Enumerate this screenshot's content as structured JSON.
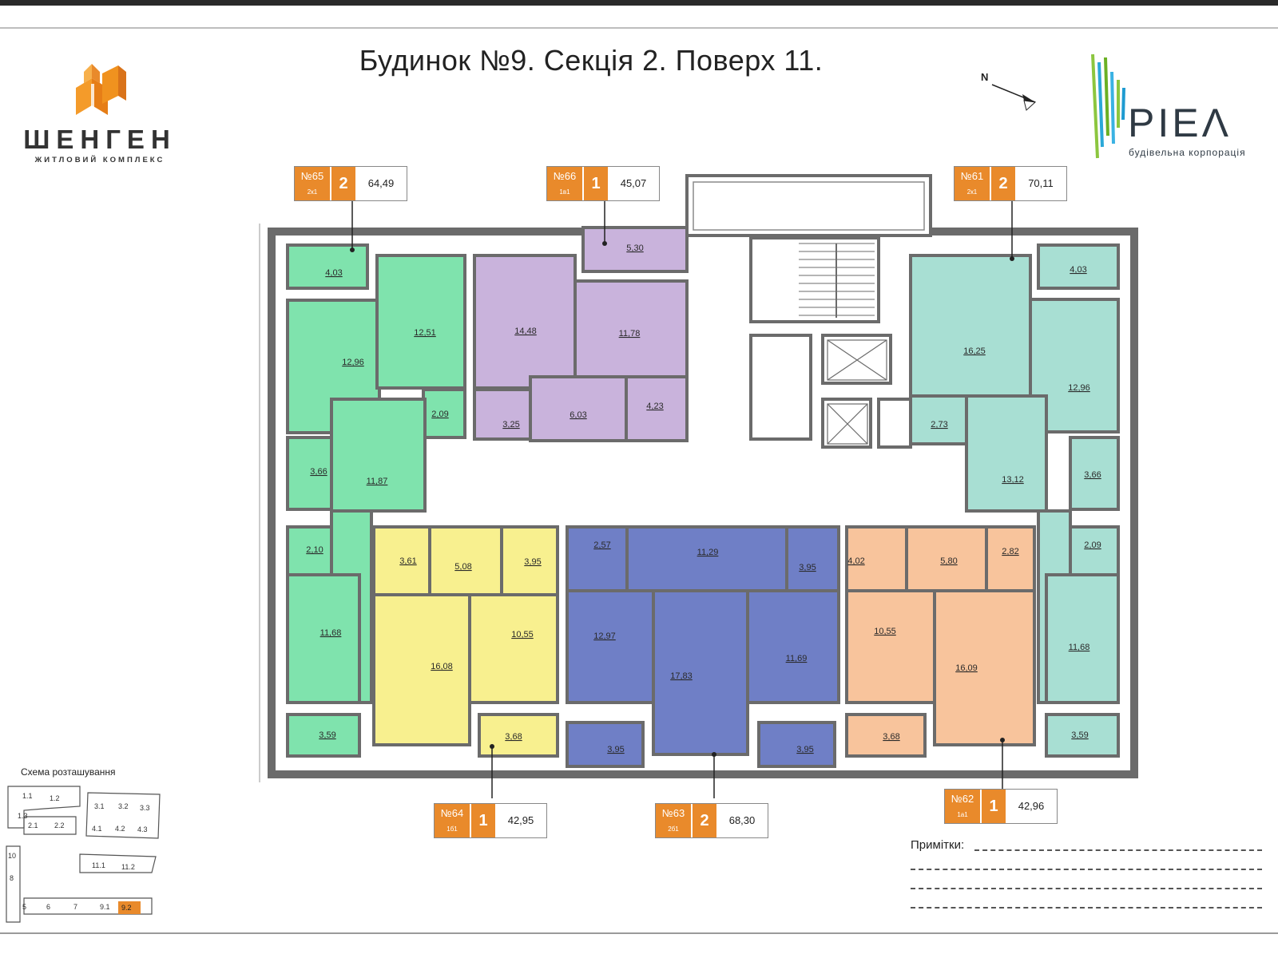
{
  "title": "Будинок №9. Секція 2. Поверх 11.",
  "left_logo": {
    "name": "ШЕНГЕН",
    "subtitle": "ЖИТЛОВИЙ КОМПЛЕКС",
    "color": "#f08a1e"
  },
  "right_logo": {
    "name": "PIEΛ",
    "subtitle": "будівельна корпорація"
  },
  "compass": {
    "label": "N"
  },
  "colors": {
    "apt_green": "#7fe3ad",
    "apt_purple": "#c9b3dc",
    "apt_yellow": "#f8f08f",
    "apt_blue": "#6f7fc6",
    "apt_peach": "#f8c49c",
    "apt_teal": "#a8dfd3",
    "wall": "#6b6b6b",
    "tag_orange": "#e98a2b"
  },
  "apartments": [
    {
      "number": "№65",
      "type": "2к1",
      "rooms": "2",
      "area": "64,49"
    },
    {
      "number": "№66",
      "type": "1в1",
      "rooms": "1",
      "area": "45,07"
    },
    {
      "number": "№61",
      "type": "2к1",
      "rooms": "2",
      "area": "70,11"
    },
    {
      "number": "№64",
      "type": "1б1",
      "rooms": "1",
      "area": "42,95"
    },
    {
      "number": "№63",
      "type": "2б1",
      "rooms": "2",
      "area": "68,30"
    },
    {
      "number": "№62",
      "type": "1а1",
      "rooms": "1",
      "area": "42,96"
    }
  ],
  "room_areas": {
    "a65_balcony": "4,03",
    "a65_living": "12,96",
    "a65_kitchen": "12,51",
    "a65_wc": "2,09",
    "a65_bath": "3,66",
    "a65_hall": "11,87",
    "a65_wc2": "2,10",
    "a65_bedroom": "11,68",
    "a65_balcony2": "3,59",
    "a66_balcony": "5,30",
    "a66_living": "14,48",
    "a66_kitchen": "11,78",
    "a66_store": "3,25",
    "a66_hall": "6,03",
    "a66_bath": "4,23",
    "a61_balcony": "4,03",
    "a61_kitchen": "16,25",
    "a61_living": "12,96",
    "a61_wc": "2,73",
    "a61_hall": "13,12",
    "a61_bath": "3,66",
    "a61_wc2": "2,09",
    "a61_bedroom": "11,68",
    "a61_balcony2": "3,59",
    "a64_store": "3,61",
    "a64_hall": "5,08",
    "a64_bath": "3,95",
    "a64_living": "16,08",
    "a64_kitchen": "10,55",
    "a64_balcony": "3,68",
    "a63_store": "2,57",
    "a63_hall": "11,29",
    "a63_bath": "3,95",
    "a63_kitchen": "12,97",
    "a63_living": "17,83",
    "a63_bedroom": "11,69",
    "a63_balcony": "3,95",
    "a63_balcony2": "3,95",
    "a62_bath": "4,02",
    "a62_hall": "5,80",
    "a62_store": "2,82",
    "a62_kitchen": "10,55",
    "a62_living": "16,09",
    "a62_balcony": "3,68"
  },
  "location_scheme": {
    "title": "Схема розташування",
    "blocks": [
      "1.1",
      "1.2",
      "1.3",
      "2.1",
      "2.2",
      "3.1",
      "3.2",
      "3.3",
      "4.1",
      "4.2",
      "4.3",
      "10",
      "8",
      "11.1",
      "11.2",
      "5",
      "6",
      "7",
      "9.1",
      "9.2"
    ],
    "highlight": "9.2"
  },
  "notes": {
    "label": "Примітки:"
  }
}
